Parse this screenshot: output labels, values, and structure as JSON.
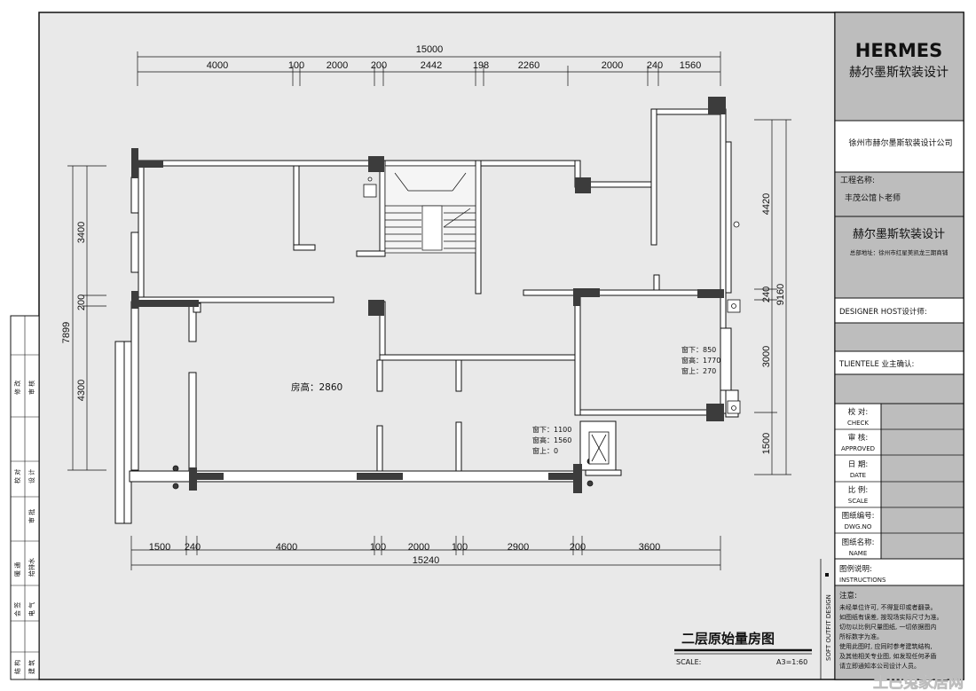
{
  "colors": {
    "paper": "#e9e9e9",
    "titleblock": "#bdbdbd",
    "wall": "#3c3c3c",
    "line": "#111111",
    "white": "#ffffff"
  },
  "title_block": {
    "brand": "HERMES",
    "brand_cn": "赫尔墨斯软装设计",
    "company": "徐州市赫尔墨斯软装设计公司",
    "project_label": "工程名称:",
    "project_value": "丰茂公馆卜老师",
    "studio": "赫尔墨斯软装设计",
    "hq_address": "总部地址：徐州市红星美凯龙三期商铺",
    "designer_label": "DESIGNER HOST设计师:",
    "client_label": "TLIENTELE 业主确认:",
    "check_cn": "校  对:",
    "check_en": "CHECK",
    "approved_cn": "审  核:",
    "approved_en": "APPROVED",
    "date_cn": "日  期:",
    "date_en": "DATE",
    "scale_cn": "比  例:",
    "scale_en": "SCALE",
    "dwg_cn": "图纸编号:",
    "dwg_en": "DWG.NO",
    "name_cn": "图纸名称:",
    "name_en": "NAME",
    "instr_cn": "图例说明:",
    "instr_en": "INSTRUCTIONS",
    "notes_title": "注意:",
    "notes": [
      "未经单位许可, 不得复印或者翻录。",
      "如图纸有误差, 按现场实际尺寸为准。",
      "切勿以比例尺量图纸, 一切依据图内",
      "所标数字为准。",
      "使用此图时, 应同时参考建筑结构,",
      "及其他相关专业图, 如发现任何矛盾",
      "请立即通知本公司设计人员。"
    ],
    "vertical_label": "SOFT OUTFIT DESIGN"
  },
  "left_strip": [
    "审 核",
    "修 改",
    "设 计",
    "校 对",
    "审 批",
    "建 筑",
    "结 构",
    "给排水",
    "暖 通",
    "电 气",
    "会 签"
  ],
  "drawing": {
    "title": "二层原始量房图",
    "scale_label": "SCALE:",
    "scale_value": "A3=1:60",
    "room_height": "房高：2860",
    "window_1": [
      "窗下：850",
      "窗高：1770",
      "窗上：270"
    ],
    "window_2": [
      "窗下：1100",
      "窗高：1560",
      "窗上：0"
    ],
    "top_total": "15000",
    "top_dims": [
      "4000",
      "100",
      "2000",
      "200",
      "2442",
      "198",
      "2260",
      "2000",
      "240",
      "1560"
    ],
    "bottom_total": "15240",
    "bottom_dims": [
      "1500",
      "240",
      "4600",
      "100",
      "2000",
      "100",
      "2900",
      "200",
      "3600"
    ],
    "left_total": "7899",
    "left_dims": [
      "3400",
      "200",
      "4300"
    ],
    "right_total": "9160",
    "right_dims": [
      "4420",
      "240",
      "3000",
      "1500"
    ]
  },
  "watermark": "土巴兔家居网"
}
